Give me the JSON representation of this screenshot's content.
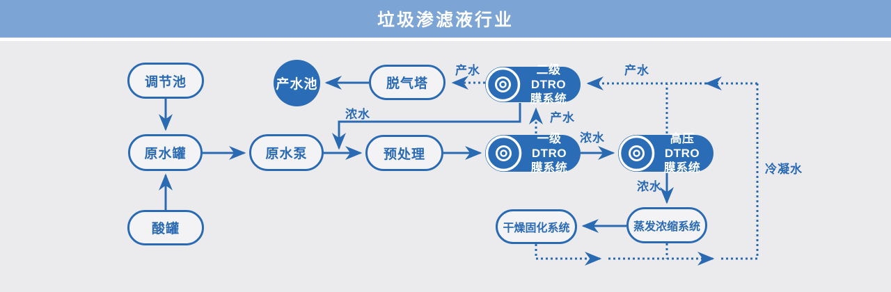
{
  "header": {
    "title": "垃圾渗滤液行业"
  },
  "colors": {
    "header_bg": "#7ca4d4",
    "accent_blue": "#2a6ab3",
    "fill_blue": "#2a6cb5",
    "canvas_bg": "#ebebed",
    "node_bg": "#f3f3f5"
  },
  "icons": {
    "membrane_disc_icon": "◎"
  },
  "nodes": {
    "tiaojiechi": {
      "label": "调节池"
    },
    "yuanshuiguan": {
      "label": "原水罐"
    },
    "suanguan": {
      "label": "酸罐"
    },
    "yuanshuibeng": {
      "label": "原水泵"
    },
    "yuchuli": {
      "label": "预处理"
    },
    "chanshuichi": {
      "label": "产水池"
    },
    "tuoqita": {
      "label": "脱气塔"
    },
    "dtro2": {
      "line1": "二级DTRO",
      "line2": "膜系统"
    },
    "dtro1": {
      "line1": "一级DTRO",
      "line2": "膜系统"
    },
    "dtro_hp": {
      "line1": "高压DTRO",
      "line2": "膜系统"
    },
    "zhengfa": {
      "label": "蒸发浓缩系统"
    },
    "ganzao": {
      "label": "干燥固化系统"
    }
  },
  "flow_labels": {
    "chanshui_to_tuoqita": "产水",
    "chanshui_top_right": "产水",
    "chanshui_dtro1_to_dtro2": "产水",
    "nongshui_return": "浓水",
    "nongshui_dtro1_to_hp": "浓水",
    "nongshui_hp_down": "浓水",
    "lengningshui": "冷凝水"
  }
}
